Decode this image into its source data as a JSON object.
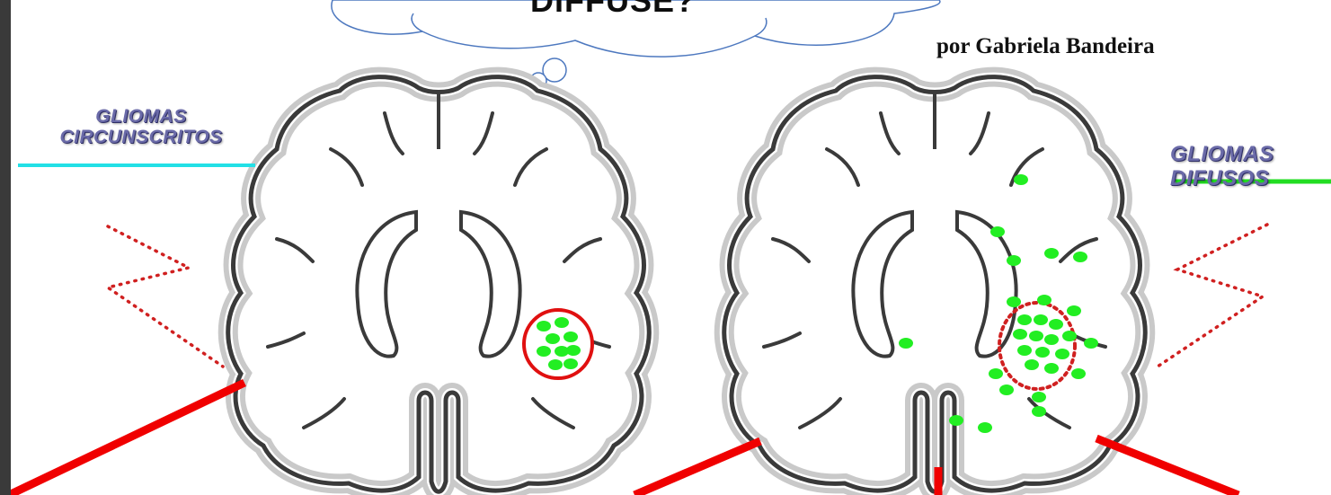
{
  "thought_cloud": {
    "text": "DIFFUSE?"
  },
  "author": {
    "text": "por Gabriela Bandeira"
  },
  "left_label": {
    "lines": [
      "GLIOMAS",
      "CIRCUNSCRITOS"
    ],
    "underline_color": "#22e0e6"
  },
  "right_label": {
    "lines": [
      "GLIOMAS",
      "DIFUSOS"
    ],
    "underline_color": "#22dd22"
  },
  "colors": {
    "brain_outline": "#3a3a3a",
    "cortex_folds": "#c9c9c9",
    "tumor_green": "#22ee22",
    "boundary_red": "#e01010",
    "pointer_red": "#f00000",
    "dotted_red": "#d02020",
    "cloud_stroke": "#4d78bf"
  }
}
